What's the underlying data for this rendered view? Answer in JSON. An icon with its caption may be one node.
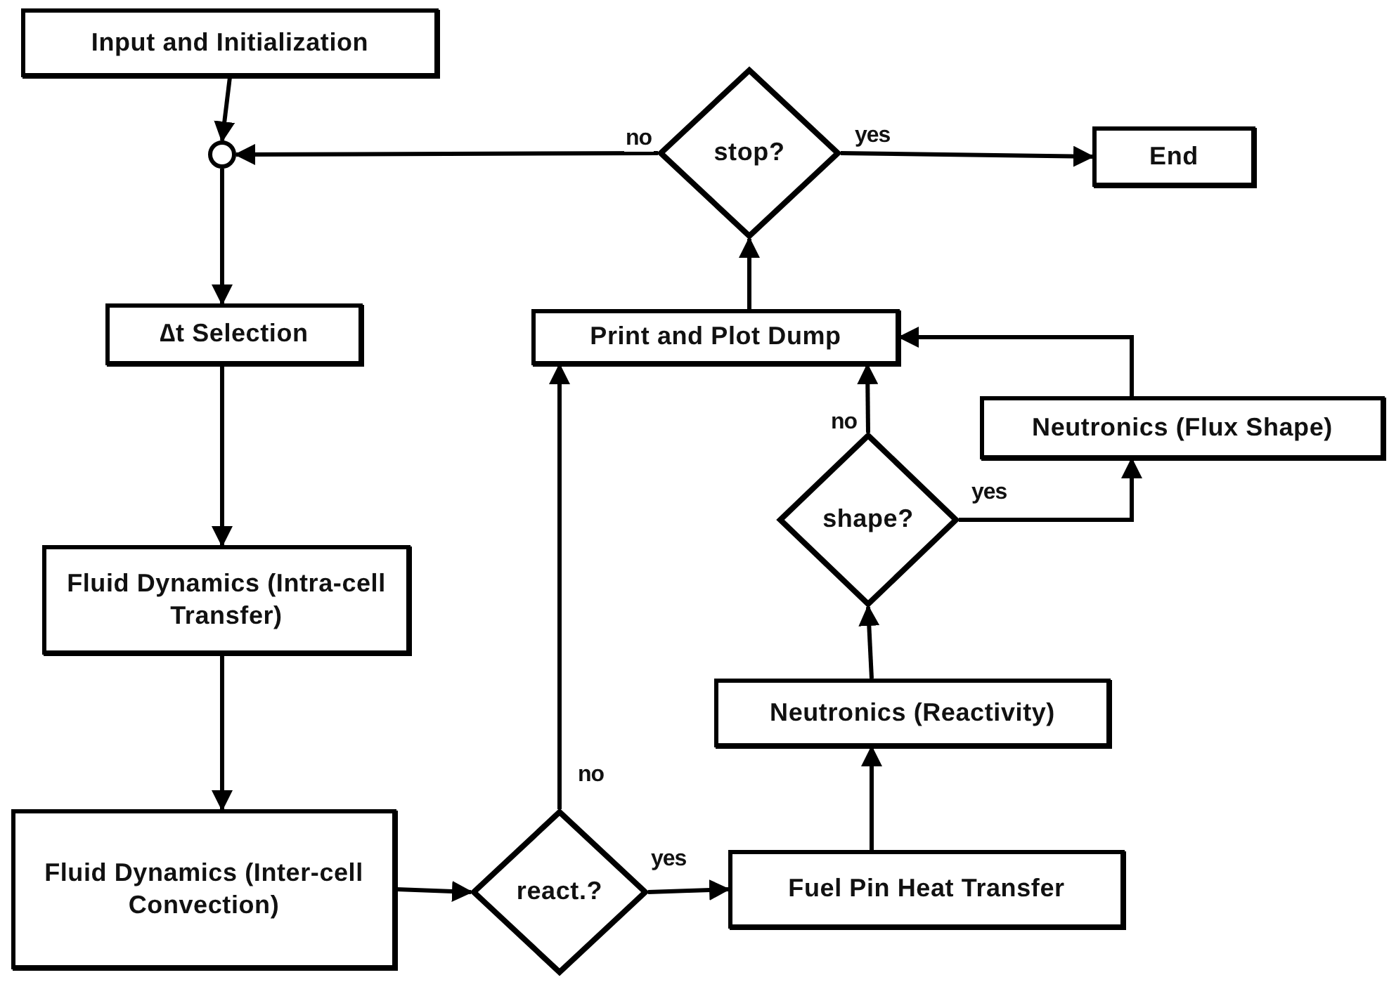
{
  "diagram": {
    "nodes": [
      {
        "text": [
          "Input and Initialization"
        ]
      },
      {
        "text": [],
        "shape": "circle"
      },
      {
        "text": [
          "∆t Selection"
        ]
      },
      {
        "text": [
          "Fluid Dynamics (Intra-cell Transfer)"
        ]
      },
      {
        "text": [
          "Fluid Dynamics (Inter-cell Convection)"
        ]
      },
      {
        "text": [
          "react.?"
        ]
      },
      {
        "text": [
          "Fuel Pin Heat Transfer"
        ]
      },
      {
        "text": [
          "Neutronics (Reactivity)"
        ]
      },
      {
        "text": [
          "shape?"
        ]
      },
      {
        "text": [
          "Neutronics (Flux Shape)"
        ]
      },
      {
        "text": [
          "Print and Plot Dump"
        ]
      },
      {
        "text": [
          "stop?"
        ]
      },
      {
        "text": [
          "End"
        ]
      }
    ],
    "edges": [
      {
        "from": 0,
        "to": 1,
        "arrow": "to"
      },
      {
        "from": 1,
        "to": 2,
        "arrow": "to"
      },
      {
        "from": 2,
        "to": 3,
        "arrow": "to"
      },
      {
        "from": 3,
        "to": 4,
        "arrow": "to"
      },
      {
        "from": 4,
        "to": 5,
        "arrow": "to"
      },
      {
        "from": 5,
        "to": 10,
        "arrow": "to",
        "label": "no"
      },
      {
        "from": 5,
        "to": 6,
        "arrow": "to",
        "label": "yes"
      },
      {
        "from": 6,
        "to": 7,
        "arrow": "to"
      },
      {
        "from": 7,
        "to": 8,
        "arrow": "to"
      },
      {
        "from": 8,
        "to": 10,
        "arrow": "to",
        "label": "no"
      },
      {
        "from": 8,
        "to": 9,
        "arrow": "to",
        "label": "yes"
      },
      {
        "from": 9,
        "to": 10,
        "arrow": "to"
      },
      {
        "from": 10,
        "to": 11,
        "arrow": "to"
      },
      {
        "from": 11,
        "to": 1,
        "arrow": "to",
        "label": "no"
      },
      {
        "from": 11,
        "to": 12,
        "arrow": "to",
        "label": "yes"
      }
    ]
  }
}
